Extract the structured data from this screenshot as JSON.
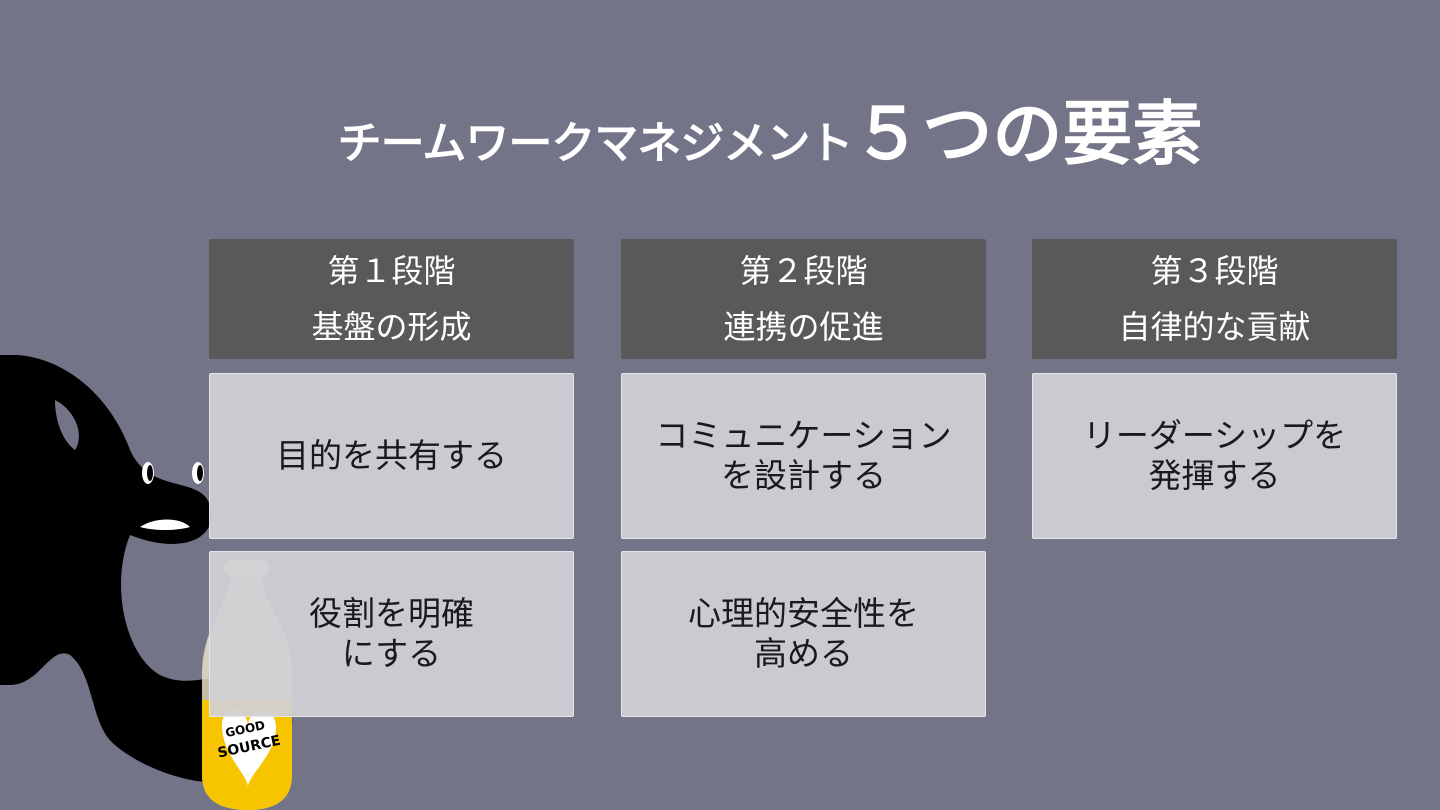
{
  "title": {
    "main": "チームワークマネジメント",
    "emphasis": "５つの要素"
  },
  "stages": [
    {
      "stage_label": "第１段階",
      "stage_name": "基盤の形成",
      "items": [
        "目的を共有する",
        "役割を明確\nにする"
      ]
    },
    {
      "stage_label": "第２段階",
      "stage_name": "連携の促進",
      "items": [
        "コミュニケーション\nを設計する",
        "心理的安全性を\n高める"
      ]
    },
    {
      "stage_label": "第３段階",
      "stage_name": "自律的な貢献",
      "items": [
        "リーダーシップを\n発揮する"
      ]
    }
  ],
  "mascot": {
    "bottle_text": "GOOD SOURCE",
    "icon": "black-creature-mascot-with-bottle",
    "colors": {
      "body": "#000000",
      "bottle_label": "#f6c500"
    }
  },
  "colors": {
    "background": "#747489",
    "stage_header": "#595959",
    "item_card": "#d1d1d5"
  }
}
